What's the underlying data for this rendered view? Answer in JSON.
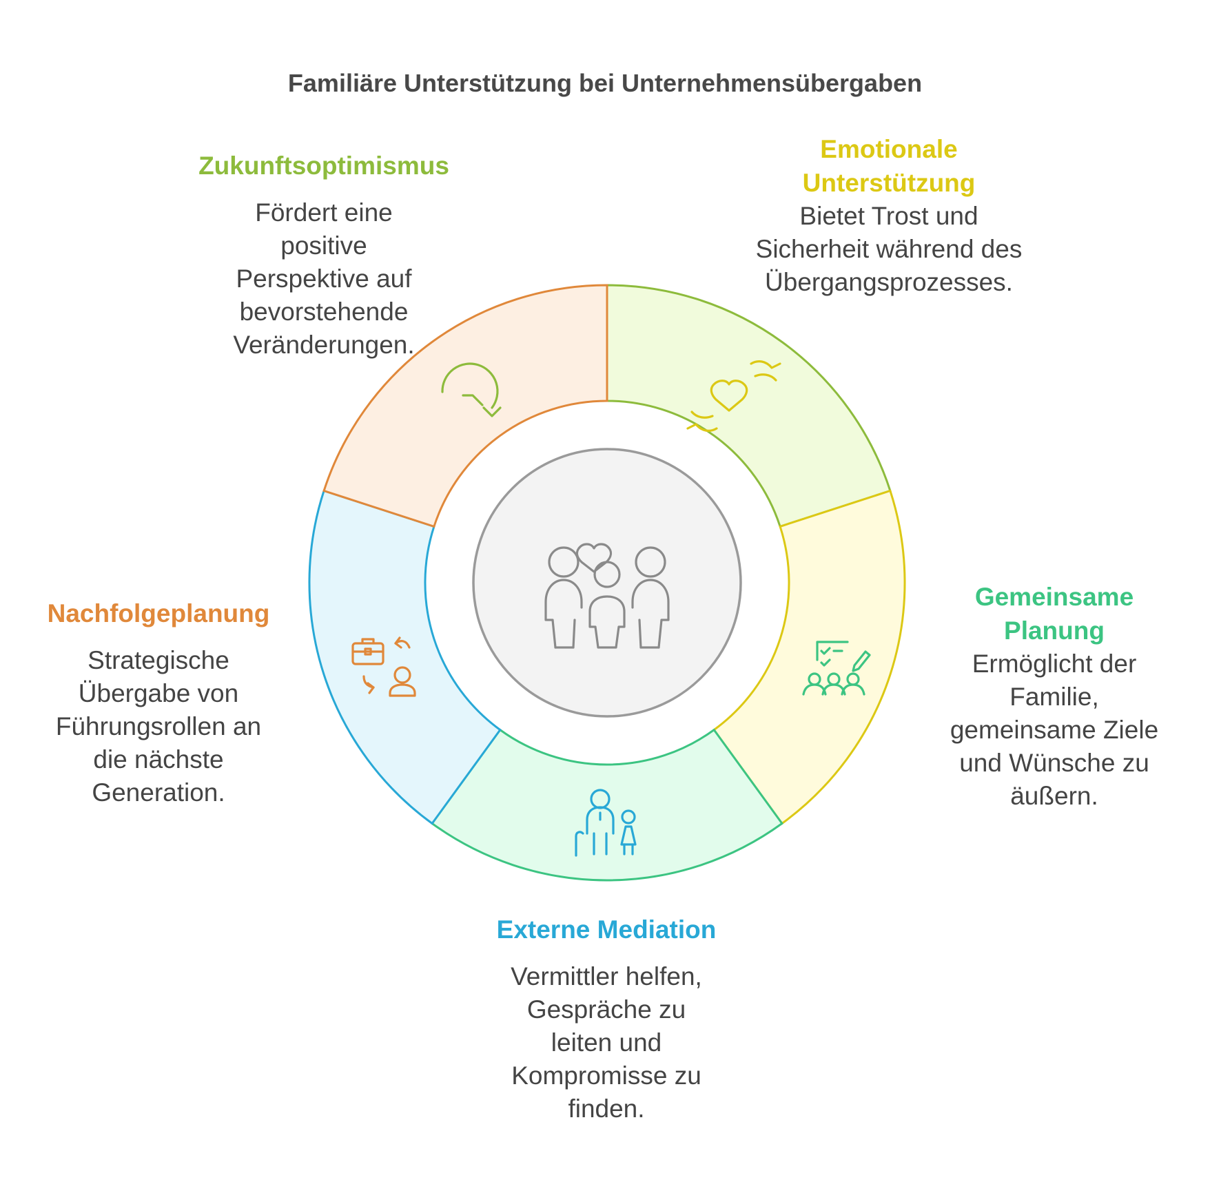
{
  "title": "Familiäre Unterstützung bei Unternehmensübergaben",
  "center": {
    "icon": "family-heart-icon"
  },
  "segments": [
    {
      "key": "zukunft",
      "title": "Zukunftsoptimismus",
      "description": "Fördert eine positive Perspektive auf bevorstehende Veränderungen.",
      "color": "#8dbb3c",
      "fill": "#f1fbdc",
      "icon": "circular-arrow-icon"
    },
    {
      "key": "emotional",
      "title": "Emotionale Unterstützung",
      "description": "Bietet Trost und Sicherheit während des Übergangsprozesses.",
      "color": "#dcc814",
      "fill": "#fffbdc",
      "icon": "hands-heart-icon"
    },
    {
      "key": "gemeinsam",
      "title": "Gemeinsame Planung",
      "description": "Ermöglicht der Familie, gemeinsame Ziele und Wünsche zu äußern.",
      "color": "#3cc482",
      "fill": "#e2fcec",
      "icon": "group-planning-icon"
    },
    {
      "key": "extern",
      "title": "Externe Mediation",
      "description": "Vermittler helfen, Gespräche zu leiten und Kompromisse zu finden.",
      "color": "#28a8d6",
      "fill": "#e4f6fc",
      "icon": "elder-child-icon"
    },
    {
      "key": "nachfolge",
      "title": "Nachfolgeplanung",
      "description": "Strategische Übergabe von Führungsrollen an die nächste Generation.",
      "color": "#e0883a",
      "fill": "#fdefe2",
      "icon": "briefcase-handover-icon"
    }
  ]
}
